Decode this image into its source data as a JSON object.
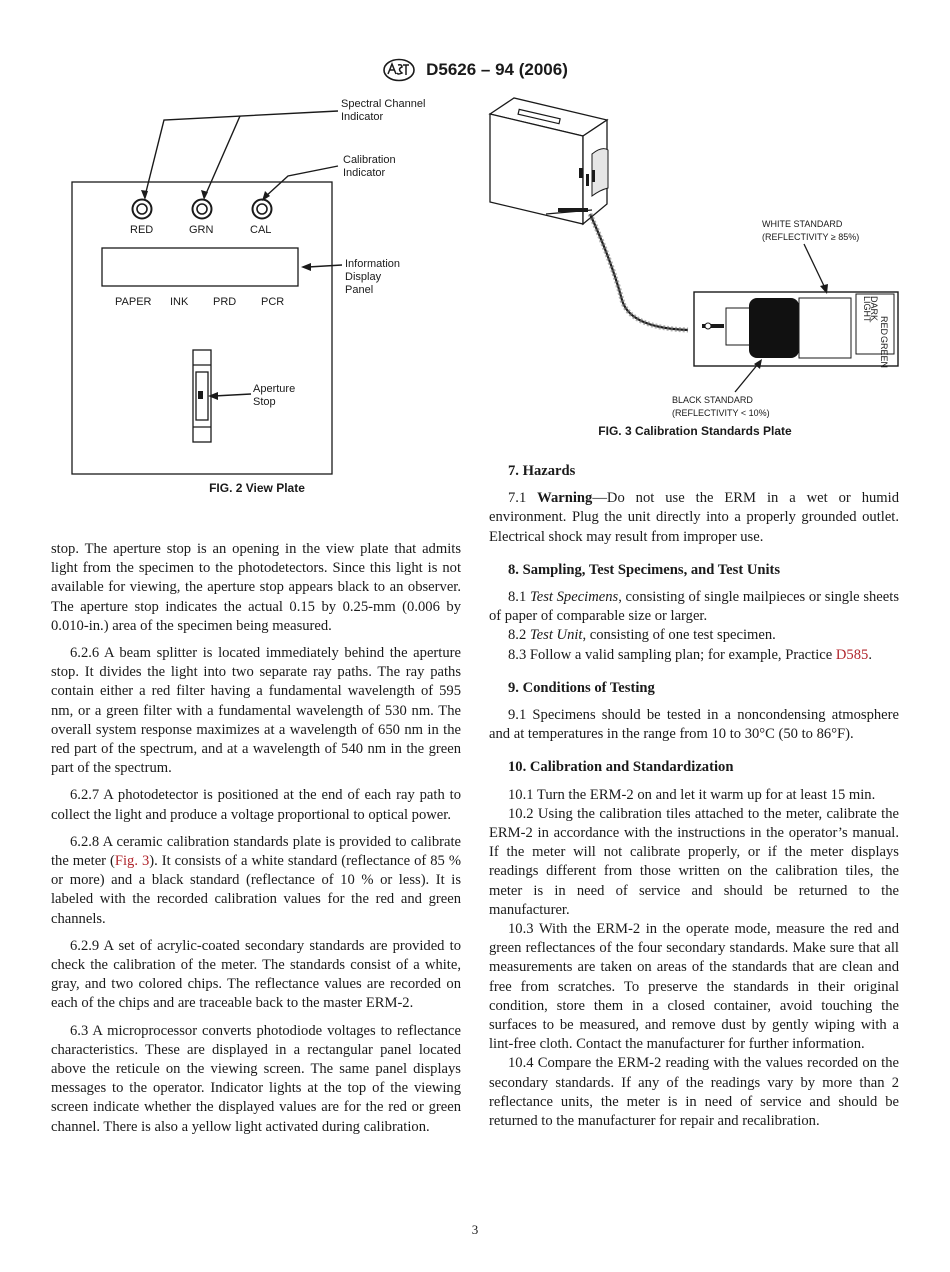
{
  "header": {
    "title": "D5626 – 94 (2006)"
  },
  "fig2": {
    "callouts": {
      "spectral_line1": "Spectral Channel",
      "spectral_line2": "Indicator",
      "calibration_line1": "Calibration",
      "calibration_line2": "Indicator",
      "info_line1": "Information",
      "info_line2": "Display",
      "info_line3": "Panel",
      "aperture_line1": "Aperture",
      "aperture_line2": "Stop"
    },
    "indicators": {
      "red": "RED",
      "grn": "GRN",
      "cal": "CAL"
    },
    "modes": {
      "paper": "PAPER",
      "ink": "INK",
      "prd": "PRD",
      "pcr": "PCR"
    },
    "caption": "FIG. 2 View Plate"
  },
  "fig3": {
    "white_line1": "WHITE STANDARD",
    "white_line2": "(REFLECTIVITY ≥ 85%)",
    "black_line1": "BLACK STANDARD",
    "black_line2": "(REFLECTIVITY < 10%)",
    "label_light": "LIGHT",
    "label_dark": "DARK",
    "label_red": "RED",
    "label_green": "GREEN",
    "caption": "FIG. 3 Calibration Standards Plate"
  },
  "left": {
    "p1": "stop. The aperture stop is an opening in the view plate that admits light from the specimen to the photodetectors. Since this light is not available for viewing, the aperture stop appears black to an observer. The aperture stop indicates the actual 0.15 by 0.25-mm (0.006 by 0.010-in.) area of the specimen being measured.",
    "p2": "6.2.6 A beam splitter is located immediately behind the aperture stop. It divides the light into two separate ray paths. The ray paths contain either a red filter having a fundamental wavelength of 595 nm, or a green filter with a fundamental wavelength of 530 nm. The overall system response maximizes at a wavelength of 650 nm in the red part of the spectrum, and at a wavelength of 540 nm in the green part of the spectrum.",
    "p3": "6.2.7 A photodetector is positioned at the end of each ray path to collect the light and produce a voltage proportional to optical power.",
    "p4_a": "6.2.8 A ceramic calibration standards plate is provided to calibrate the meter (",
    "p4_link": "Fig. 3",
    "p4_b": "). It consists of a white standard (reflectance of 85 % or more) and a black standard (reflectance of 10 % or less). It is labeled with the recorded calibration values for the red and green channels.",
    "p5": "6.2.9 A set of acrylic-coated secondary standards are provided to check the calibration of the meter. The standards consist of a white, gray, and two colored chips. The reflectance values are recorded on each of the chips and are traceable back to the master ERM-2.",
    "p6": "6.3 A microprocessor converts photodiode voltages to reflectance characteristics. These are displayed in a rectangular panel located above the reticule on the viewing screen. The same panel displays messages to the operator. Indicator lights at the top of the viewing screen indicate whether the displayed values are for the red or green channel. There is also a yellow light activated during calibration."
  },
  "right": {
    "h7": "7. Hazards",
    "p71_num": "7.1 ",
    "p71_bold": "Warning",
    "p71_rest": "—Do not use the ERM in a wet or humid environment. Plug the unit directly into a properly grounded outlet. Electrical shock may result from improper use.",
    "h8": "8. Sampling, Test Specimens, and Test Units",
    "p81_num": "8.1 ",
    "p81_it": "Test Specimens",
    "p81_rest": ", consisting of single mailpieces or single sheets of paper of comparable size or larger.",
    "p82_num": "8.2 ",
    "p82_it": "Test Unit",
    "p82_rest": ", consisting of one test specimen.",
    "p83_a": "8.3 Follow a valid sampling plan; for example, Practice ",
    "p83_link": "D585",
    "p83_b": ".",
    "h9": "9. Conditions of Testing",
    "p91": "9.1 Specimens should be tested in a noncondensing atmosphere and at temperatures in the range from 10 to 30°C (50 to 86°F).",
    "h10": "10. Calibration and Standardization",
    "p101": "10.1 Turn the ERM-2 on and let it warm up for at least 15 min.",
    "p102": "10.2 Using the calibration tiles attached to the meter, calibrate the ERM-2 in accordance with the instructions in the operator’s manual. If the meter will not calibrate properly, or if the meter displays readings different from those written on the calibration tiles, the meter is in need of service and should be returned to the manufacturer.",
    "p103": "10.3 With the ERM-2 in the operate mode, measure the red and green reflectances of the four secondary standards. Make sure that all measurements are taken on areas of the standards that are clean and free from scratches. To preserve the standards in their original condition, store them in a closed container, avoid touching the surfaces to be measured, and remove dust by gently wiping with a lint-free cloth. Contact the manufacturer for further information.",
    "p104": "10.4 Compare the ERM-2 reading with the values recorded on the secondary standards. If any of the readings vary by more than 2 reflectance units, the meter is in need of service and should be returned to the manufacturer for repair and recalibration."
  },
  "footer": {
    "page_number": "3"
  }
}
